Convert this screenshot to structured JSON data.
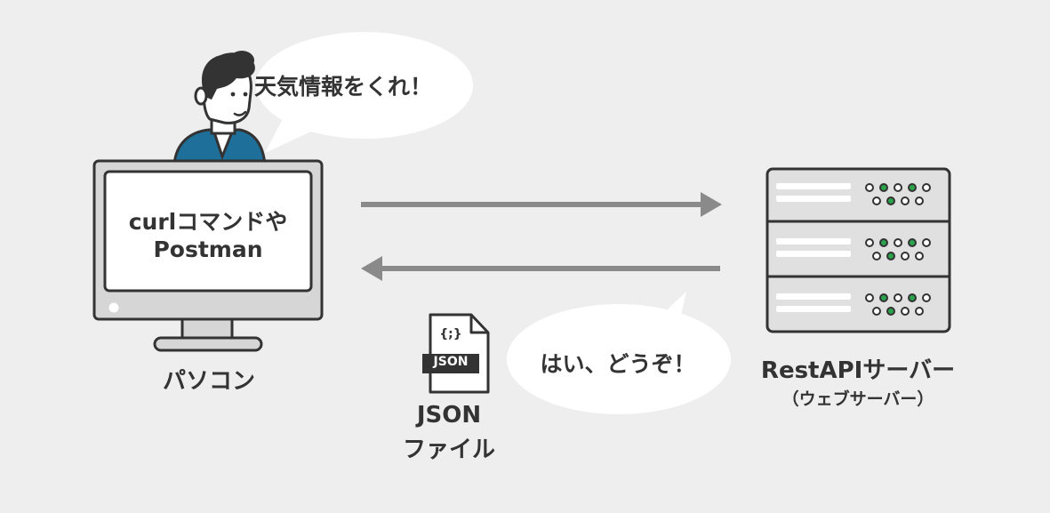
{
  "colors": {
    "background": "#eeeeee",
    "outline": "#333333",
    "monitor_frame": "#d6d6d6",
    "screen": "#ffffff",
    "arrow": "#8a8a8a",
    "server_body": "#e0e0e0",
    "led_on": "#2aa34a",
    "shirt": "#1e6f9a"
  },
  "speech_top": {
    "text": "天気情報をくれ！"
  },
  "computer": {
    "screen_line1": "curlコマンドや",
    "screen_line2": "Postman",
    "label": "パソコン"
  },
  "arrows": [
    {
      "name": "request-arrow",
      "direction": "right"
    },
    {
      "name": "response-arrow",
      "direction": "left"
    }
  ],
  "file": {
    "badge": "JSON",
    "braces": "{;}",
    "label_line1": "JSON",
    "label_line2": "ファイル"
  },
  "speech_bottom": {
    "text": "はい、どうぞ！"
  },
  "server": {
    "label_line1": "RestAPIサーバー",
    "label_line2": "（ウェブサーバー）"
  }
}
